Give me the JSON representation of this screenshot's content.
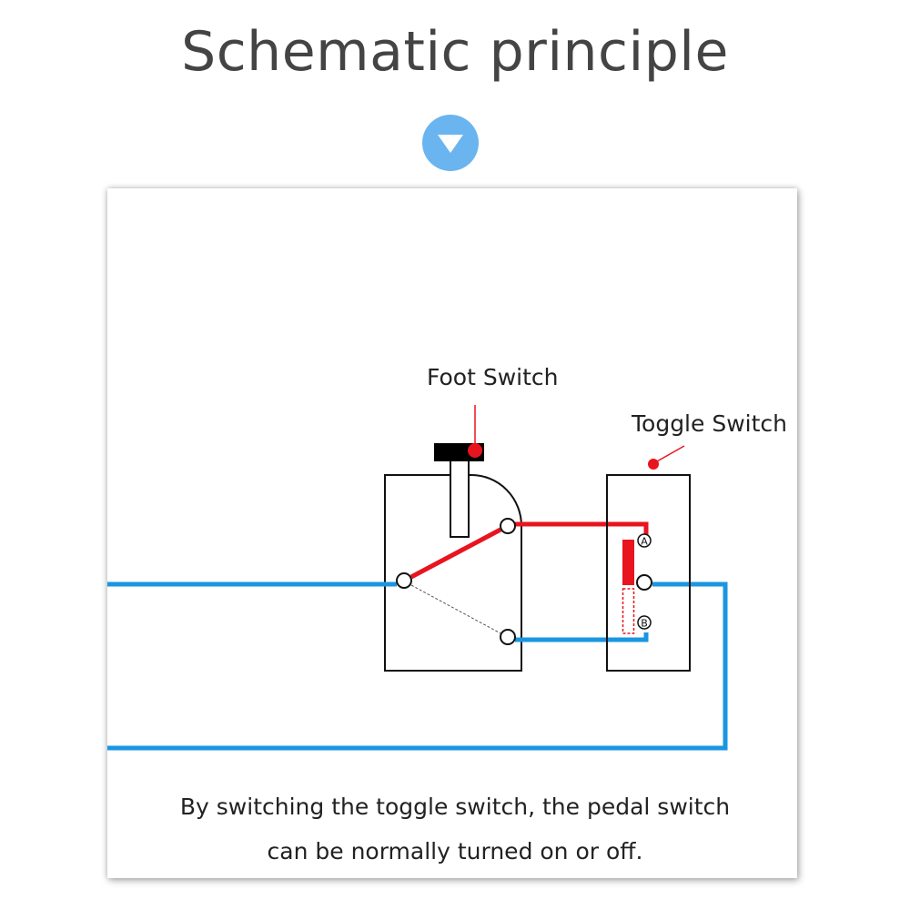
{
  "title": "Schematic principle",
  "icon": "chevron-down-circle-icon",
  "colors": {
    "accent": "#6ab5f0",
    "wire_red": "#e8141e",
    "wire_blue": "#1a96e0"
  },
  "labels": {
    "foot_switch": "Foot Switch",
    "toggle_switch": "Toggle Switch",
    "terminal_a": "A",
    "terminal_b": "B"
  },
  "caption": {
    "line1": "By switching the toggle switch, the pedal switch",
    "line2": "can be normally turned on or off."
  }
}
